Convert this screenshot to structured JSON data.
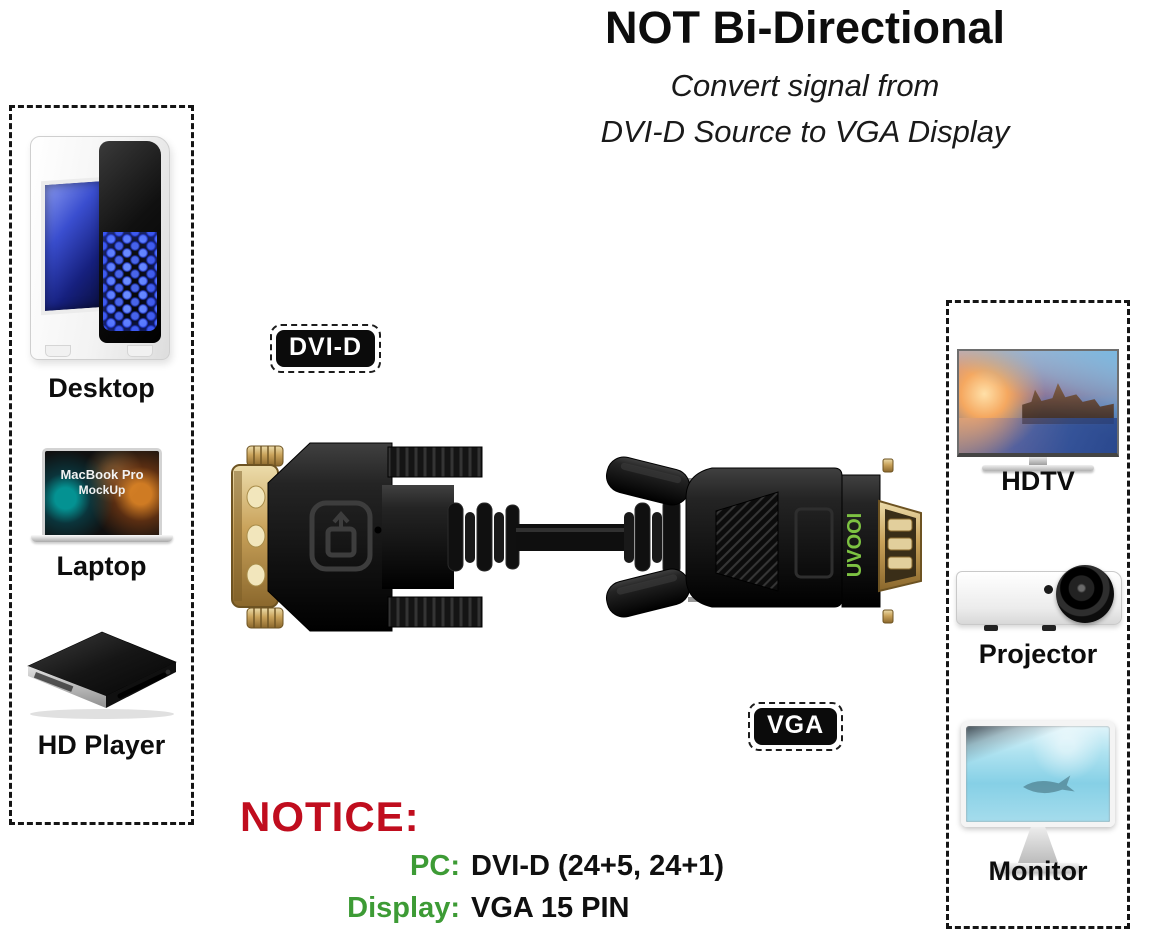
{
  "header": {
    "title": "NOT Bi-Directional",
    "subtitle_line1": "Convert signal from",
    "subtitle_line2": "DVI-D Source to VGA Display"
  },
  "sources_panel": {
    "items": [
      {
        "label": "Desktop",
        "image": "desktop-tower"
      },
      {
        "label": "Laptop",
        "image": "macbook-laptop",
        "screen_line1": "MacBook Pro",
        "screen_line2": "MockUp"
      },
      {
        "label": "HD Player",
        "image": "hd-player"
      }
    ]
  },
  "displays_panel": {
    "items": [
      {
        "label": "HDTV",
        "image": "hdtv"
      },
      {
        "label": "Projector",
        "image": "projector"
      },
      {
        "label": "Monitor",
        "image": "imac-monitor"
      }
    ]
  },
  "cable": {
    "source_connector_badge": "DVI-D",
    "display_connector_badge": "VGA",
    "brand": "UVOOI",
    "brand_color": "#7dc242",
    "badge_bg": "#0b0b0b",
    "badge_text_color": "#ffffff"
  },
  "notice": {
    "heading": "NOTICE:",
    "heading_color": "#c00d1e",
    "key_color": "#3d9b35",
    "rows": [
      {
        "key": "PC:",
        "value": "DVI-D (24+5, 24+1)"
      },
      {
        "key": "Display:",
        "value": "VGA 15 PIN"
      }
    ]
  }
}
